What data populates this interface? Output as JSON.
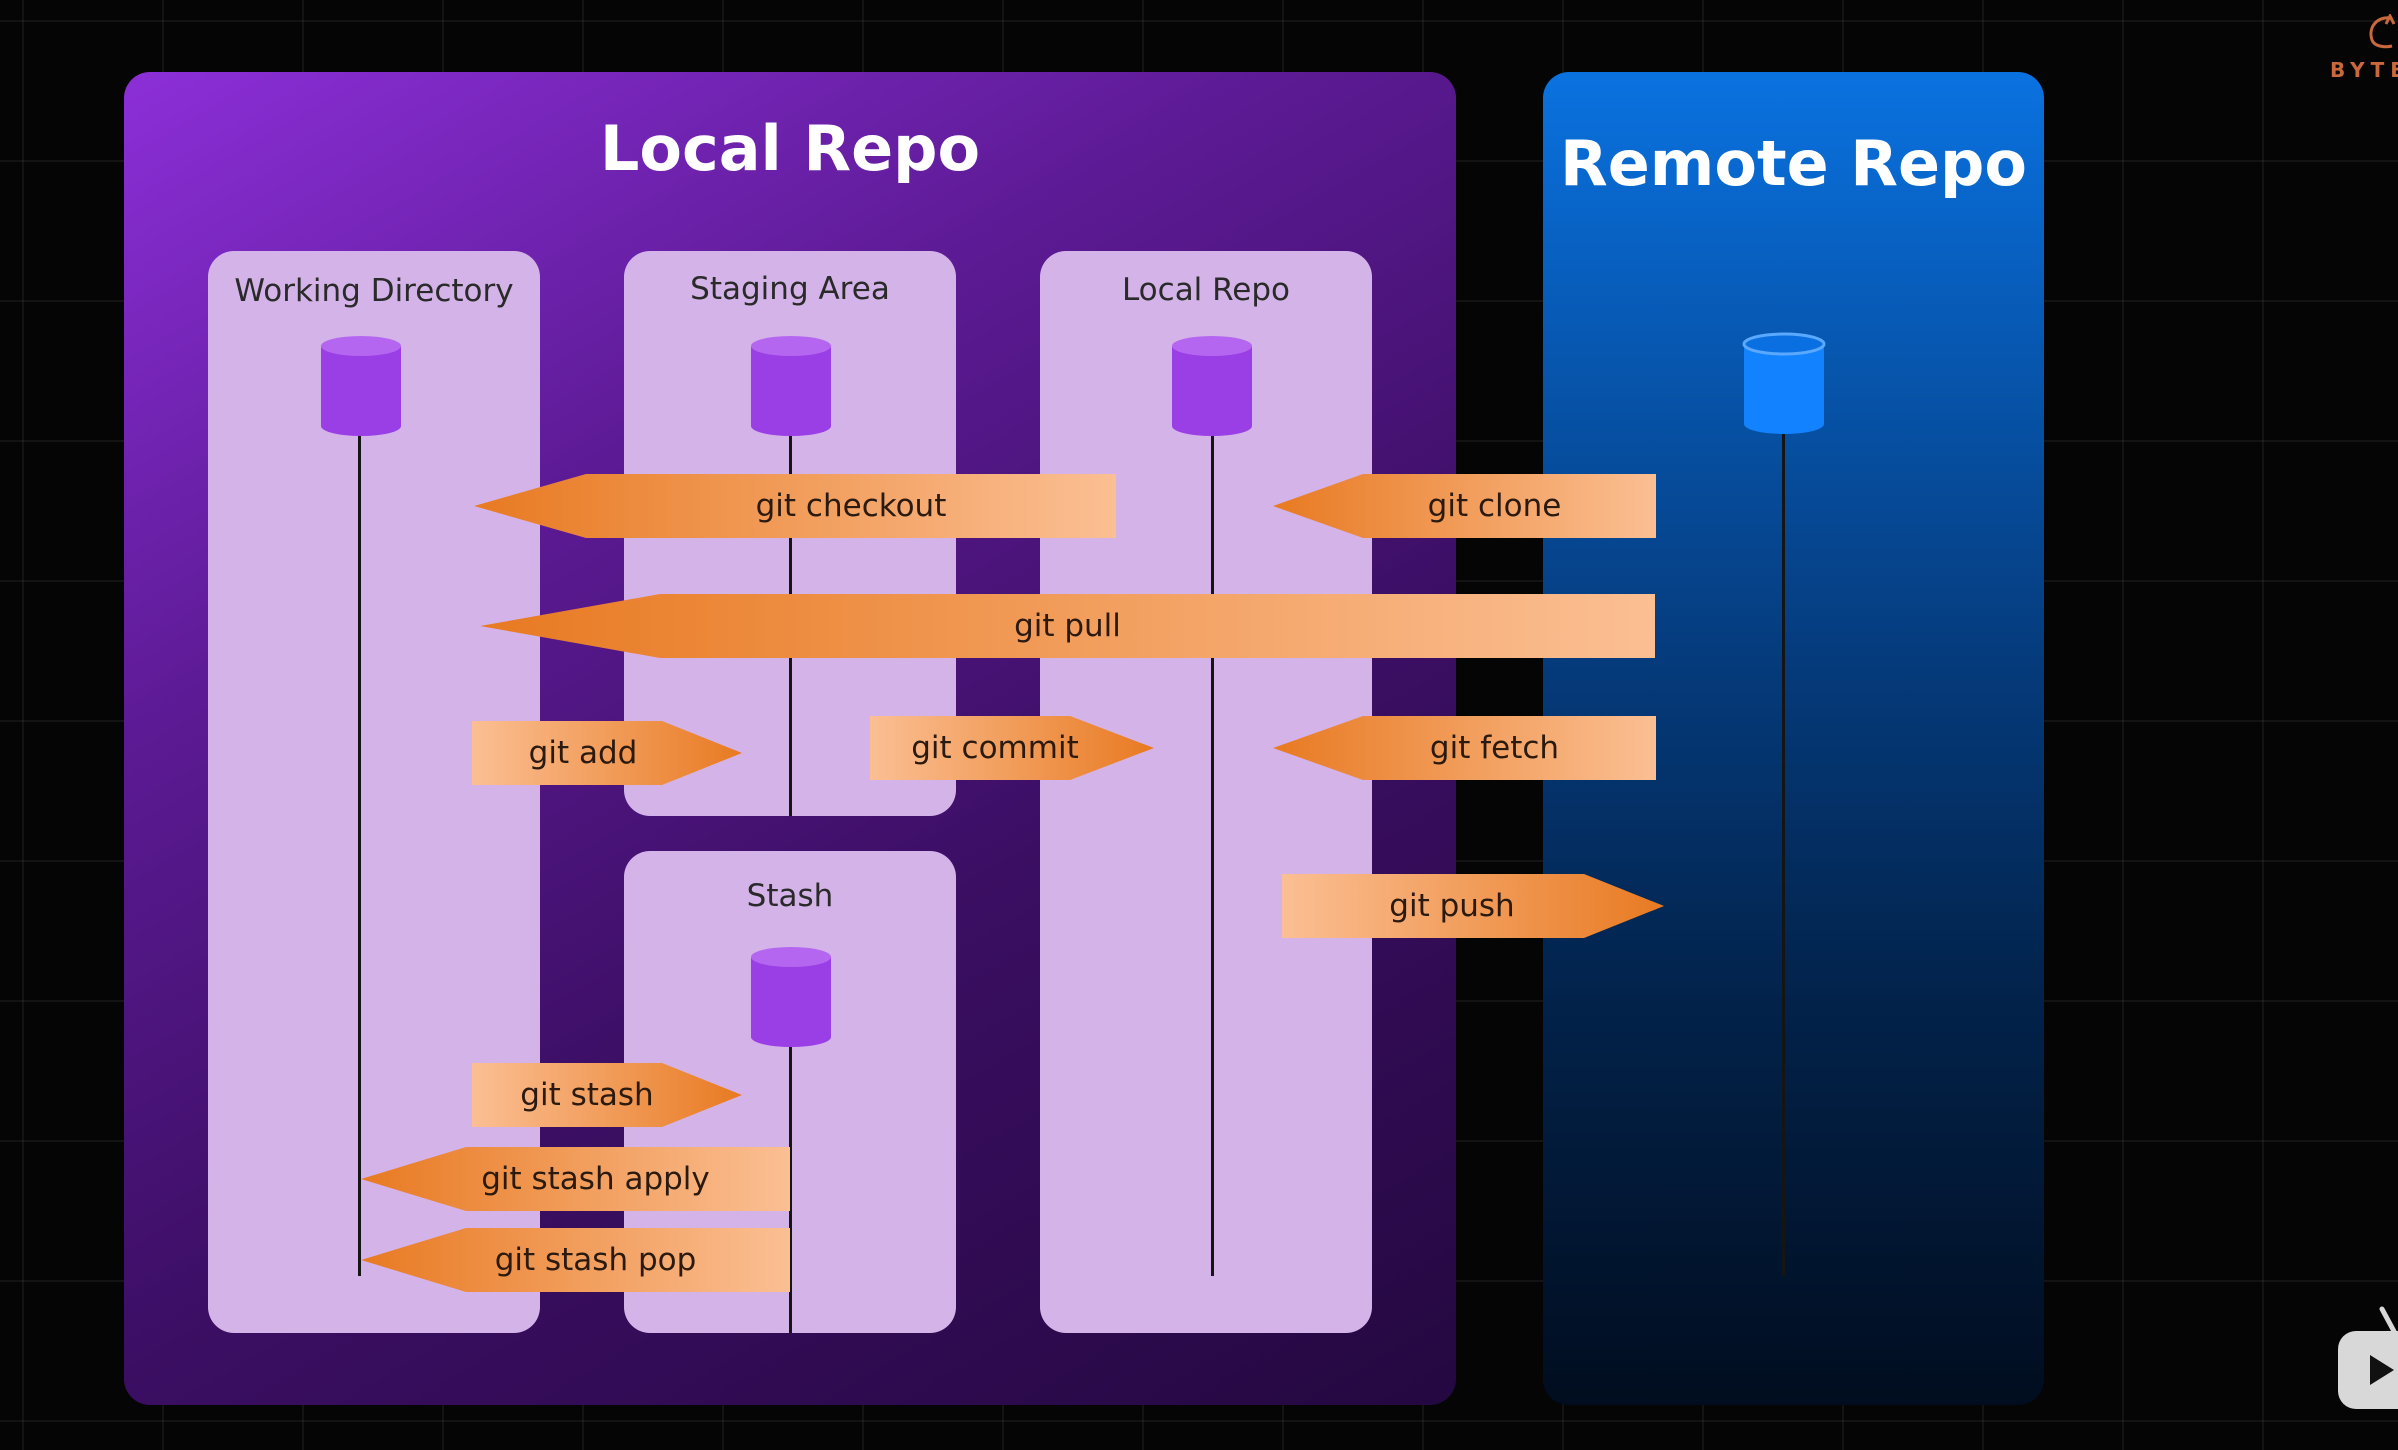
{
  "local_panel": {
    "title": "Local Repo",
    "color": "#7a24c4"
  },
  "remote_panel": {
    "title": "Remote Repo",
    "color": "#0a72e0"
  },
  "columns": {
    "working": "Working Directory",
    "staging": "Staging Area",
    "local": "Local Repo",
    "stash": "Stash"
  },
  "commands": {
    "checkout": "git checkout",
    "clone": "git clone",
    "pull": "git pull",
    "add": "git add",
    "commit": "git commit",
    "fetch": "git fetch",
    "push": "git push",
    "stash": "git stash",
    "stash_apply": "git stash apply",
    "stash_pop": "git stash pop"
  },
  "arrow_colors": {
    "dark": "#e87a22",
    "light": "#fbbf93"
  },
  "cylinder_colors": {
    "local": "#9a3ee6",
    "remote": "#1282ff"
  },
  "icons": {
    "brand": "cat-logo-icon",
    "player": "play-button-icon"
  },
  "brand": {
    "text": "BYTE"
  }
}
